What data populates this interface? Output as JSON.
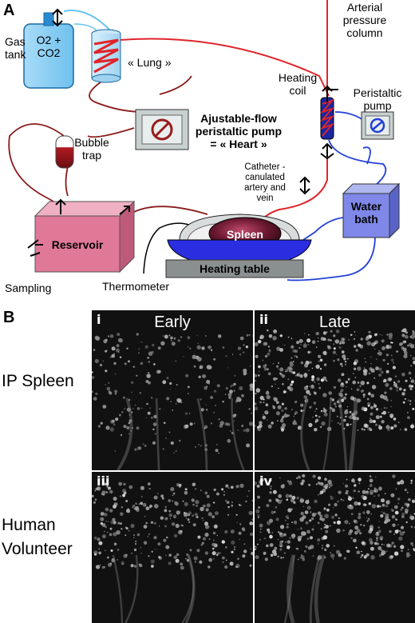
{
  "panel_a": {
    "letter": "A",
    "gas_tank": {
      "line1": "Gas",
      "line2": "tank"
    },
    "gas_contents": {
      "line1": "O2 +",
      "line2": "CO2"
    },
    "lung": "« Lung »",
    "arterial": {
      "line1": "Arterial",
      "line2": "pressure",
      "line3": "column"
    },
    "heating_coil": {
      "line1": "Heating",
      "line2": "coil"
    },
    "peristaltic": {
      "line1": "Peristaltic",
      "line2": "pump"
    },
    "heart_pump": {
      "line1": "Ajustable-flow",
      "line2": "peristaltic pump",
      "line3": "= « Heart »"
    },
    "bubble_trap": {
      "line1": "Bubble",
      "line2": "trap"
    },
    "catheter": {
      "line1": "Catheter -",
      "line2": "canulated",
      "line3": "artery and",
      "line4": "vein"
    },
    "water_bath": {
      "line1": "Water",
      "line2": "bath"
    },
    "reservoir": "Reservoir",
    "spleen": "Spleen",
    "heating_table": "Heating table",
    "sampling": "Sampling",
    "thermometer": "Thermometer",
    "colors": {
      "arterial_red": "#e0242a",
      "venous_darkred": "#8b1a1a",
      "oxygen_blue": "#49a9e0",
      "water_blue": "#2340d8",
      "reservoir_pink": "#e07898",
      "bath_blue": "#7f88e8",
      "table_blue": "#2a2ee0",
      "table_gray": "#8a8f90"
    }
  },
  "panel_b": {
    "letter": "B",
    "col_early": "Early",
    "col_late": "Late",
    "row_ip": "IP Spleen",
    "row_human": {
      "line1": "Human",
      "line2": "Volunteer"
    },
    "images": [
      {
        "roman": "i"
      },
      {
        "roman": "ii"
      },
      {
        "roman": "iii"
      },
      {
        "roman": "iv"
      }
    ]
  }
}
